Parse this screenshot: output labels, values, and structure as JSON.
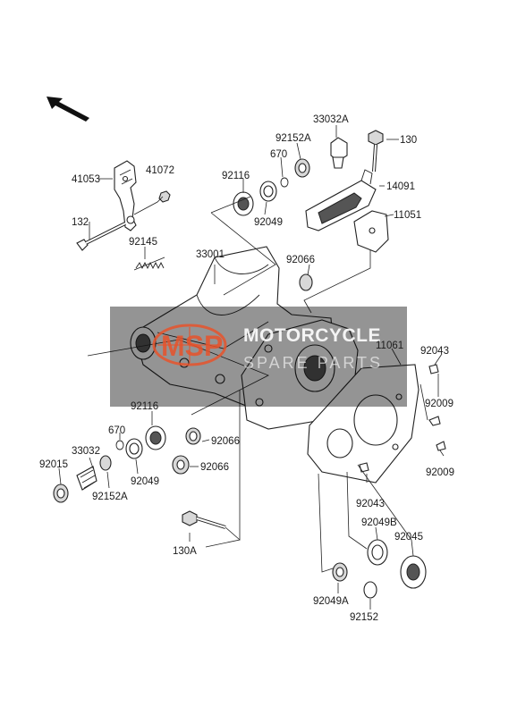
{
  "watermark": {
    "brand": "MSP",
    "line1": "MOTORCYCLE",
    "line2": "SPARE PARTS",
    "logo_color": "#e8532b"
  },
  "parts": {
    "p33032A": "33032A",
    "p130": "130",
    "p92152A_top": "92152A",
    "p670_top": "670",
    "p14091": "14091",
    "p92116_top": "92116",
    "p11051": "11051",
    "p41053": "41053",
    "p41072": "41072",
    "p92049_top": "92049",
    "p132": "132",
    "p92145": "92145",
    "p33001": "33001",
    "p92066_top": "92066",
    "p11061": "11061",
    "p92043_top": "92043",
    "p92009_a": "92009",
    "p92116_bot": "92116",
    "p670_bot": "670",
    "p92066_mid": "92066",
    "p33032": "33032",
    "p92015": "92015",
    "p92049_bot": "92049",
    "p92066_bot": "92066",
    "p92152A_bot": "92152A",
    "p92009_b": "92009",
    "p92043_bot": "92043",
    "p92049B": "92049B",
    "p92045": "92045",
    "p130A": "130A",
    "p92049A": "92049A",
    "p92152": "92152"
  }
}
